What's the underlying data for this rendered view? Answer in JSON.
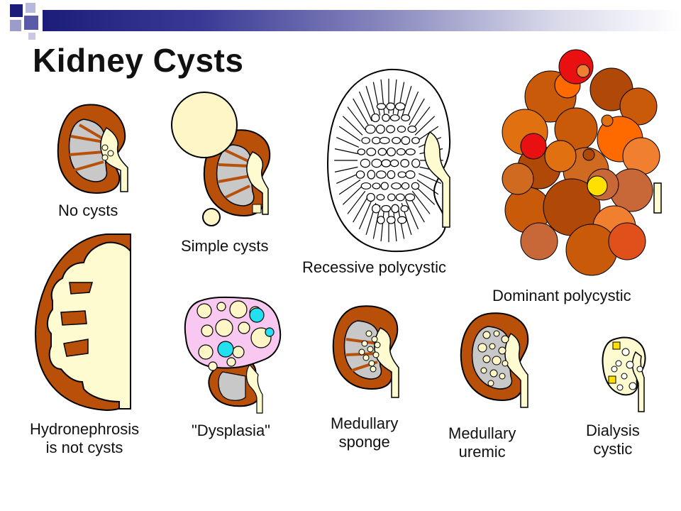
{
  "title": "Kidney Cysts",
  "labels": {
    "no_cysts": "No cysts",
    "simple_cysts": "Simple cysts",
    "recessive": "Recessive polycystic",
    "dominant": "Dominant polycystic",
    "hydro_line1": "Hydronephrosis",
    "hydro_line2": "is not cysts",
    "dysplasia": "\"Dysplasia\"",
    "sponge_line1": "Medullary",
    "sponge_line2": "sponge",
    "uremic_line1": "Medullary",
    "uremic_line2": "uremic",
    "dialysis_line1": "Dialysis",
    "dialysis_line2": "cystic"
  },
  "colors": {
    "cortex": "#b8500a",
    "medulla": "#c8c8c8",
    "pelvis": "#fffbd0",
    "outline": "#000000",
    "cyst_fill": "#fff6c8",
    "dysplasia_pink": "#f8c8f0",
    "dysplasia_blue": "#22e0f0",
    "dominant_palette": [
      "#c85a0a",
      "#e07010",
      "#b04808",
      "#ff6a00",
      "#d06a20",
      "#f08030",
      "#c86838",
      "#e0501a"
    ]
  }
}
